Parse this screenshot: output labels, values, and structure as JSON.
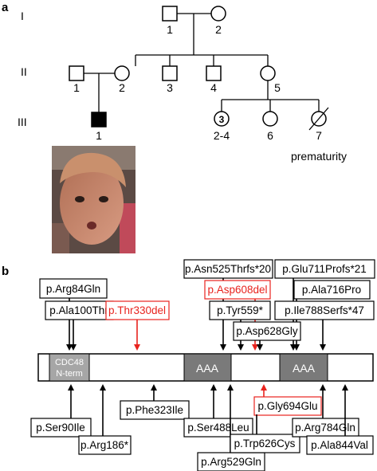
{
  "panels": {
    "a": "a",
    "b": "b"
  },
  "pedigree": {
    "generations": [
      "I",
      "II",
      "III"
    ],
    "gen1": {
      "m1": "1",
      "f2": "2"
    },
    "gen2": {
      "m1": "1",
      "f2": "2",
      "m3": "3",
      "m4": "4",
      "f5": "5"
    },
    "gen3": {
      "p1": "1",
      "p24": "2-4",
      "p24_count": "3",
      "p6": "6",
      "p7": "7"
    },
    "prematurity": "prematurity"
  },
  "protein": {
    "domains": {
      "cdc48_line1": "CDC48",
      "cdc48_line2": "N-term",
      "aaa1": "AAA",
      "aaa2": "AAA"
    },
    "above": {
      "arg84gln": "p.Arg84Gln",
      "ala100thr": "p.Ala100Thr",
      "thr330del": "p.Thr330del",
      "asn525thrfs": "p.Asn525Thrfs*20",
      "asp608del": "p.Asp608del",
      "glu711profs": "p.Glu711Profs*21",
      "tyr559": "p.Tyr559*",
      "ala716pro": "p.Ala716Pro",
      "ile788serfs": "p.Ile788Serfs*47",
      "asp628gly": "p.Asp628Gly"
    },
    "below": {
      "ser90ile": "p.Ser90Ile",
      "arg186": "p.Arg186*",
      "phe323ile": "p.Phe323Ile",
      "ser488leu": "p.Ser488Leu",
      "arg529gln": "p.Arg529Gln",
      "gly694glu": "p.Gly694Glu",
      "trp626cys": "p.Trp626Cys",
      "arg784gln": "p.Arg784Gln",
      "ala844val": "p.Ala844Val"
    }
  },
  "colors": {
    "highlight": "#e8231e",
    "domain": "#7a7a7a",
    "cdc48": "#a6a6a6"
  }
}
